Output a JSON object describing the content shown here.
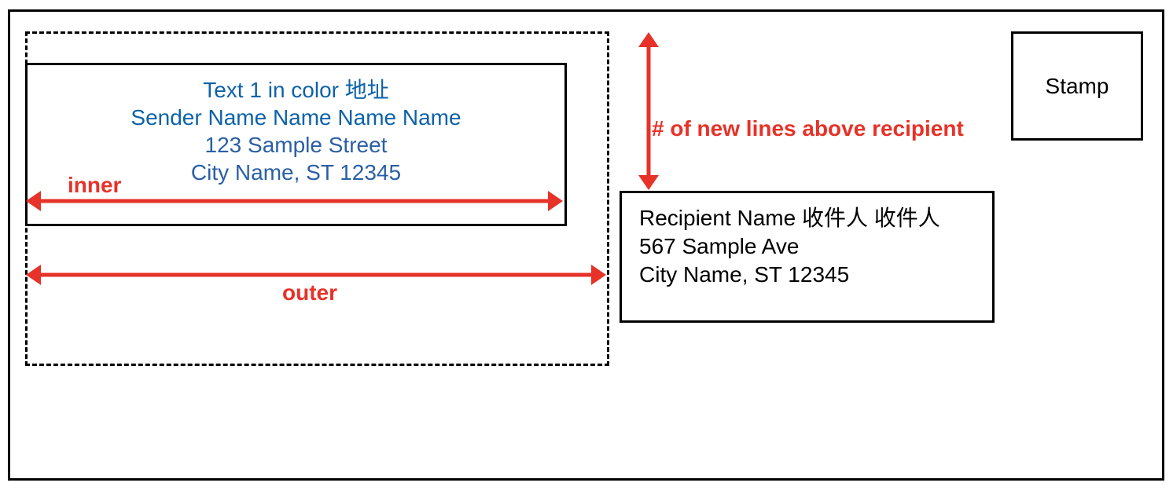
{
  "colors": {
    "sender_line_1": "#0d62a8",
    "sender_line_2": "#0d62a8",
    "sender_line_3": "#2a5fa5",
    "sender_line_4": "#2a5fa5",
    "annotation": "#e63228",
    "border": "#000000"
  },
  "sender": {
    "lines": [
      "Text 1 in color 地址",
      "Sender Name Name Name Name",
      "123 Sample Street",
      "City Name, ST 12345"
    ]
  },
  "recipient": {
    "lines": [
      "Recipient Name  收件人 收件人",
      "567 Sample Ave",
      "City Name, ST 12345"
    ]
  },
  "stamp": {
    "label": "Stamp"
  },
  "annotations": {
    "inner": "inner",
    "outer": "outer",
    "new_lines": "# of new lines above recipient"
  }
}
